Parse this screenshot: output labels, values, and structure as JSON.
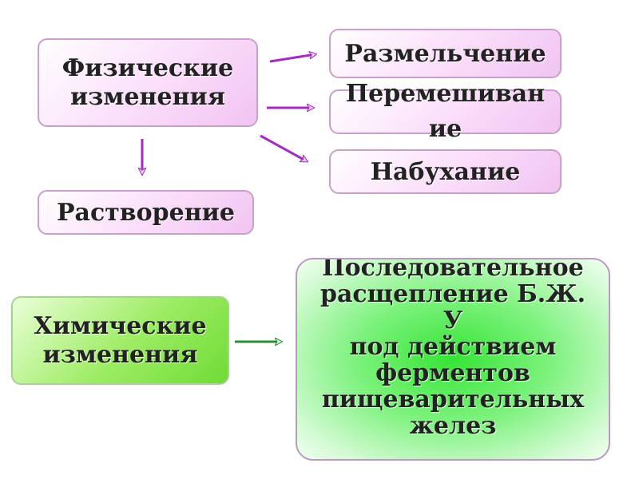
{
  "physical_changes": "Физические\nизменения",
  "grinding": "Размельчение",
  "mixing": "Перемешиван\nие",
  "swelling": "Набухание",
  "dissolution": "Растворение",
  "chemical_changes": "Химические\nизменения",
  "chemical_result": "Последовательное\nрасщепление Б.Ж.\nУ\nпод действием\nферментов\nпищеварительных\nжелез",
  "colors": {
    "arrow_purple": "#a22ec0",
    "arrow_green": "#2e8b3a",
    "pink_border": "#c9a0c9"
  }
}
